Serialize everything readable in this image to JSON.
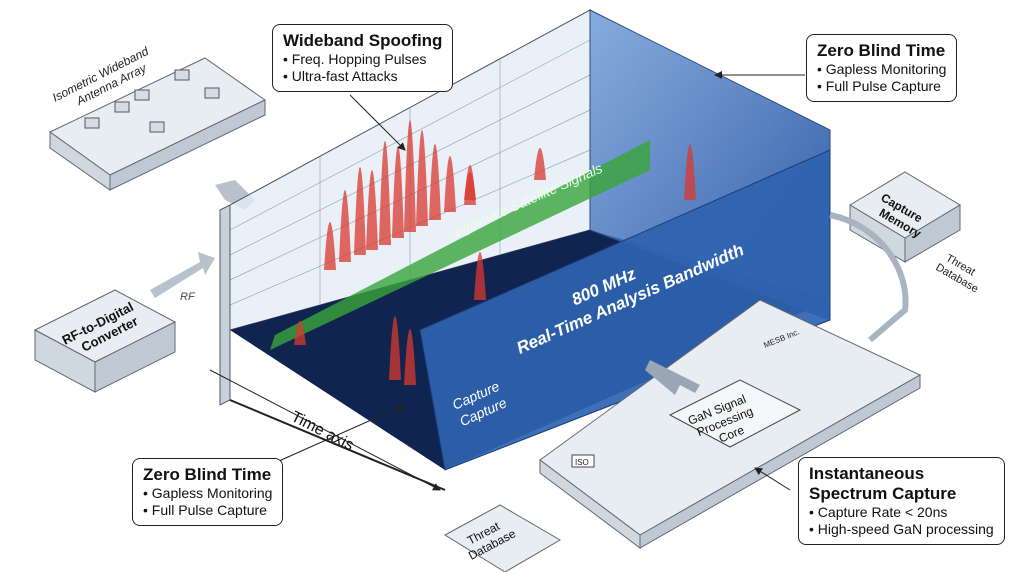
{
  "callouts": {
    "wideband": {
      "title": "Wideband Spoofing",
      "bullets": [
        "• Freq. Hopping Pulses",
        "• Ultra-fast Attacks"
      ]
    },
    "zero_top": {
      "title": "Zero Blind Time",
      "bullets": [
        "• Gapless Monitoring",
        "• Full Pulse Capture"
      ]
    },
    "zero_bottom": {
      "title": "Zero Blind Time",
      "bullets": [
        "• Gapless Monitoring",
        "• Full Pulse Capture"
      ]
    },
    "instant": {
      "title": "Instantaneous",
      "title2": "Spectrum Capture",
      "bullets": [
        "• Capture Rate < 20ns",
        "• High-speed GaN processing"
      ]
    }
  },
  "labels": {
    "antenna1": "Isometric Wideband",
    "antenna2": "Antenna Array",
    "converter1": "RF-to-Digital",
    "converter2": "Converter",
    "rf": "RF",
    "time_axis": "Time axis",
    "satellite": "Legitimate Satellite Signals",
    "bw1": "800 MHz",
    "bw2": "Real-Time Analysis Bandwidth",
    "capture1": "Capture",
    "capture2": "Capture",
    "memory1": "Capture",
    "memory2": "Memory",
    "threat_right1": "Threat",
    "threat_right2": "Database",
    "threat_bottom1": "Threat",
    "threat_bottom2": "Database",
    "gan1": "GaN Signal",
    "gan2": "Processing",
    "gan3": "Core",
    "mesb": "MESB Inc.",
    "iso": "ISO"
  },
  "colors": {
    "spoof": "#d9382e",
    "legit": "#3aa53a",
    "panel": "#2f63b0",
    "floor": "#0f2550"
  }
}
